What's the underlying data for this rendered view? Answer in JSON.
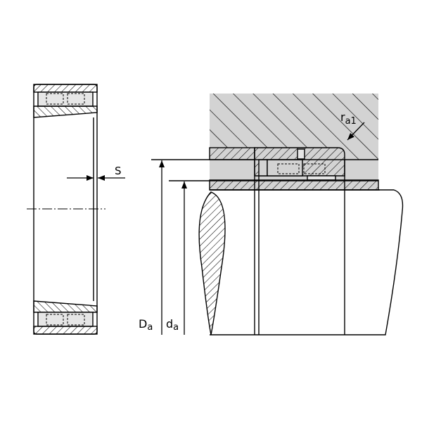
{
  "labels": {
    "s": "S",
    "Da_main": "D",
    "Da_sub": "a",
    "da_main": "d",
    "da_sub": "a",
    "ra1_main": "r",
    "ra1_sub": "a1"
  },
  "colors": {
    "line": "#000000",
    "fill_gray": "#d3d3d3",
    "ring_fill": "#e0e0e0",
    "background": "#ffffff"
  }
}
